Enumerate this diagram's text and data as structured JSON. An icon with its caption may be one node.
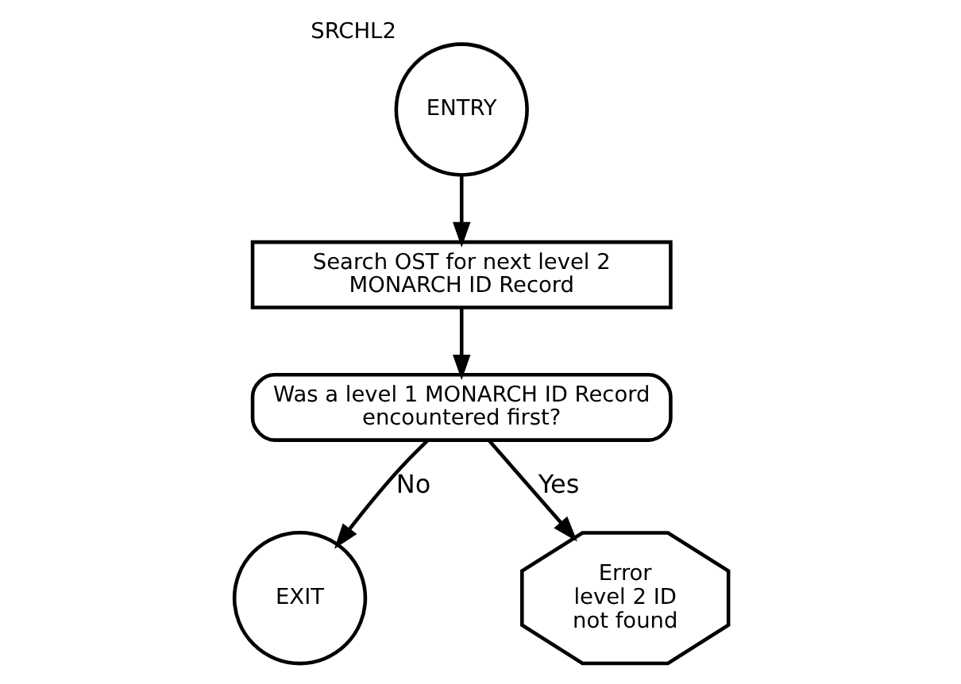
{
  "diagram": {
    "nodes": [
      {
        "text": [
          "ENTRY"
        ],
        "beside": [
          "SRCHL2"
        ]
      },
      {
        "text": [
          "Search OST for next level 2 MONARCH ID Record"
        ]
      },
      {
        "text": [
          "Was a level 1 MONARCH ID Record encountered first?"
        ]
      },
      {
        "text": [
          "EXIT"
        ]
      },
      {
        "text": [
          "Error level 2 ID not found"
        ]
      }
    ],
    "edges": [
      {
        "from": 0,
        "to": 1,
        "arrow": "to"
      },
      {
        "from": 1,
        "to": 2,
        "arrow": "to"
      },
      {
        "from": 2,
        "to": 3,
        "arrow": "to",
        "label": "No"
      },
      {
        "from": 2,
        "to": 4,
        "arrow": "to",
        "label": "Yes"
      }
    ]
  }
}
